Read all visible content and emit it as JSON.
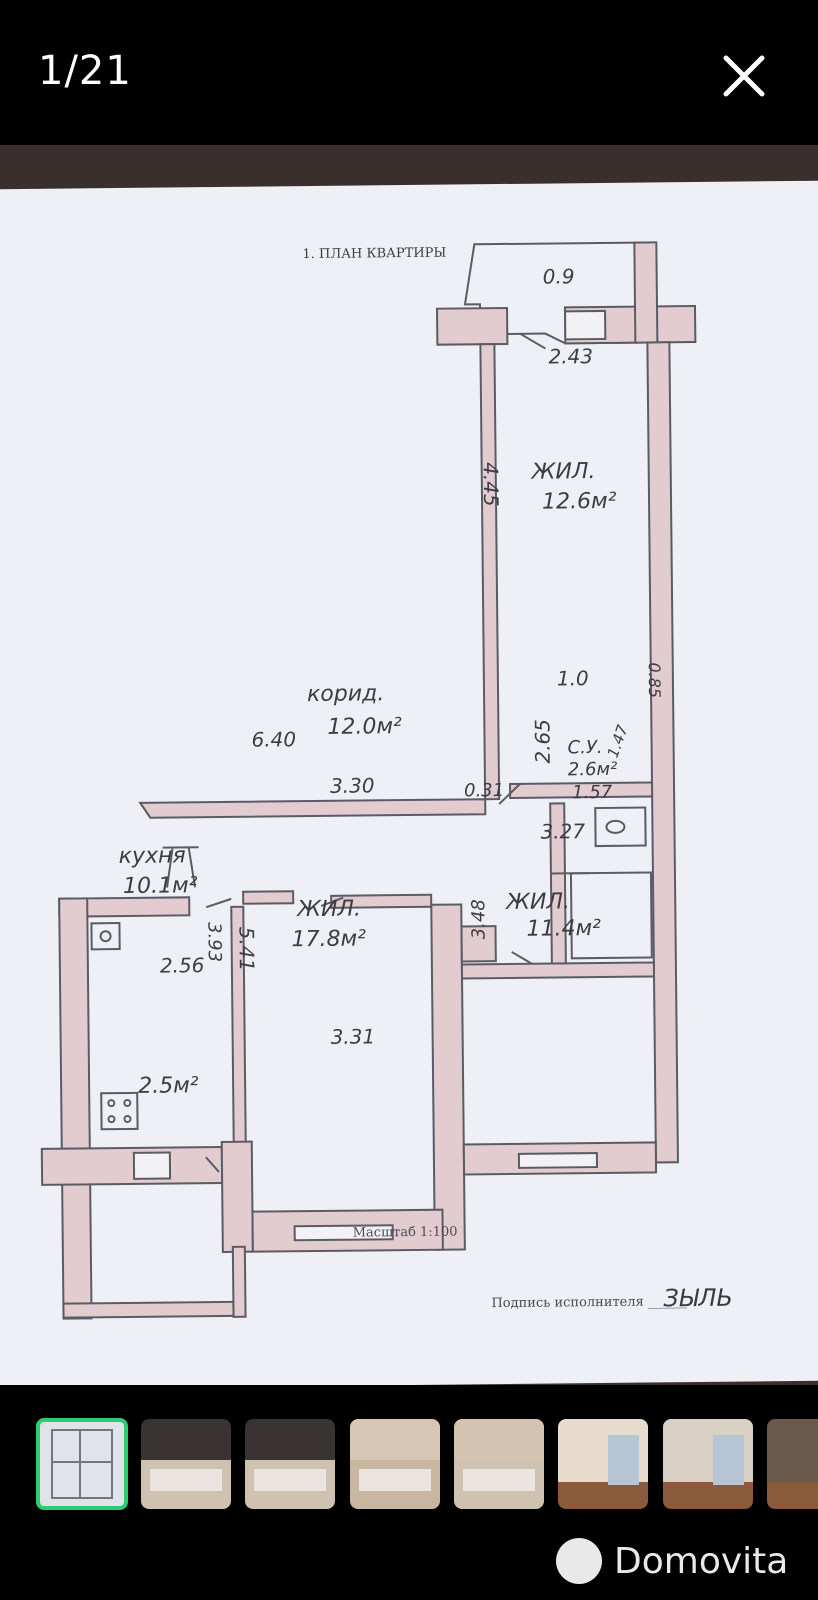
{
  "header": {
    "counter": "1/21",
    "close_icon": "close-icon"
  },
  "plan": {
    "title": "1. ПЛАН КВАРТИРЫ",
    "labels": {
      "balcony_top_w": "0.9",
      "balcony_door_w": "2.43",
      "room1_len": "4.45",
      "room1_name": "ЖИЛ.",
      "room1_area": "12.6м²",
      "corr_name": "корид.",
      "corr_area": "12.0м²",
      "corr_len": "6.40",
      "corr_w": "2.65",
      "bath_w": "1.0",
      "bath_h": "0.85",
      "wc_name": "С.У.",
      "wc_area": "2.6м²",
      "wc_w": "1.57",
      "wc_side": "1.47",
      "closet": "0.31",
      "room3_w": "3.27",
      "room2_top": "3.30",
      "kitchen_name": "кухня",
      "kitchen_area": "10.1м²",
      "kitchen_len": "3.93",
      "kitchen_w": "2.56",
      "room2_len": "5.41",
      "room2_name": "ЖИЛ.",
      "room2_area": "17.8м²",
      "room2_bottom": "3.31",
      "room3_len": "3.48",
      "room3_name": "ЖИЛ.",
      "room3_area": "11.4м²",
      "loggia_area": "2.5м²"
    },
    "scale": "Масштаб 1:100",
    "signature_label": "Подпись исполнителя ______",
    "signature": "ЗЫЛЬ"
  },
  "thumbnails": [
    {
      "kind": "plan",
      "active": true
    },
    {
      "kind": "kitchen"
    },
    {
      "kind": "kitchen"
    },
    {
      "kind": "kitchen"
    },
    {
      "kind": "kitchen"
    },
    {
      "kind": "room"
    },
    {
      "kind": "room"
    },
    {
      "kind": "room"
    }
  ],
  "brand": {
    "name": "Domovita"
  }
}
